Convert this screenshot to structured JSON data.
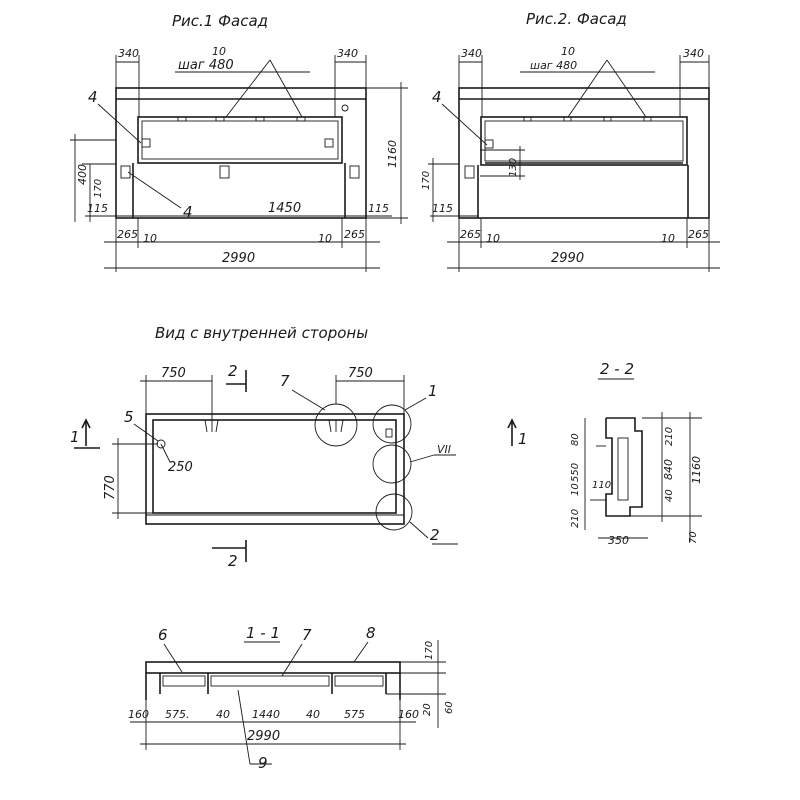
{
  "fig1": {
    "title": "Рис.1    Фасад",
    "dim_340_left": "340",
    "dim_340_right": "340",
    "dim_10": "10",
    "dim_step": "шаг 480",
    "mark_4_top": "4",
    "mark_4_bottom": "4",
    "dim_1160": "1160",
    "dim_400": "400",
    "dim_170": "170",
    "dim_115_left": "115",
    "dim_115_right": "115",
    "dim_1450": "1450",
    "dim_265_left": "265",
    "dim_10_left": "10",
    "dim_10_right": "10",
    "dim_265_right": "265",
    "dim_2990": "2990"
  },
  "fig2": {
    "title": "Рис.2.  Фасад",
    "dim_340_left": "340",
    "dim_340_right": "340",
    "dim_10": "10",
    "dim_step": "шаг 480",
    "mark_4": "4",
    "dim_170": "170",
    "dim_130": "130",
    "dim_115": "115",
    "dim_265_left": "265",
    "dim_10_left": "10",
    "dim_10_right": "10",
    "dim_265_right": "265",
    "dim_2990": "2990"
  },
  "inner_view": {
    "title": "Вид с внутренней стороны",
    "dim_750_left": "750",
    "dim_750_right": "750",
    "section_2_top": "2",
    "section_2_bottom": "2",
    "mark_7": "7",
    "mark_1": "1",
    "mark_5": "5",
    "dim_250": "250",
    "dim_770": "770",
    "mark_vii": "VII",
    "mark_2": "2",
    "section_1_left": "1",
    "section_1_right": "1"
  },
  "section_2_2": {
    "title": "2 - 2",
    "dim_80": "80",
    "dim_550": "550",
    "dim_10": "10",
    "dim_210_left": "210",
    "dim_110": "110",
    "dim_210_top": "210",
    "dim_840": "840",
    "dim_40": "40",
    "dim_1160": "1160",
    "dim_350": "350",
    "dim_70": "70"
  },
  "section_1_1": {
    "title": "1 - 1",
    "mark_6": "6",
    "mark_7": "7",
    "mark_8": "8",
    "mark_9": "9",
    "dim_160_left": "160",
    "dim_575_left": "575.",
    "dim_40_left": "40",
    "dim_1440": "1440",
    "dim_40_right": "40",
    "dim_575_right": "575",
    "dim_160_right": "160",
    "dim_170": "170",
    "dim_20": "20",
    "dim_60": "60",
    "dim_2990": "2990"
  }
}
